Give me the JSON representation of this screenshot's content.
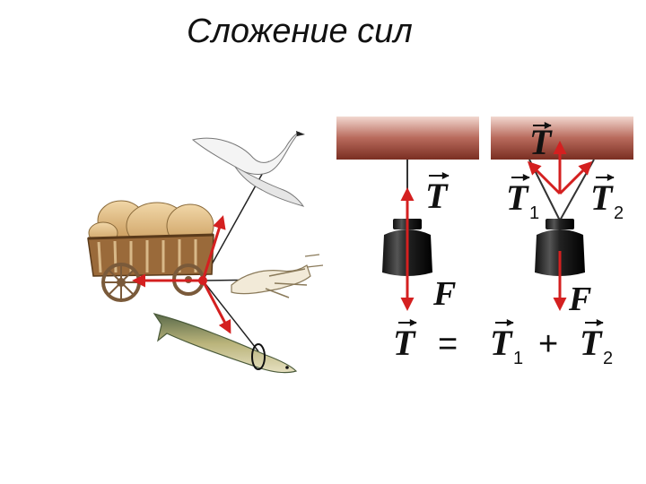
{
  "title": "Сложение сил",
  "colors": {
    "arrow": "#d42020",
    "ceiling_top": "#e8c9c0",
    "ceiling_bottom": "#8c3a2c",
    "weight": "#1a1a1a"
  },
  "labels": {
    "T": "T",
    "F": "F",
    "T1": "T",
    "T1_sub": "1",
    "T2": "T",
    "T2_sub": "2",
    "equals": "=",
    "plus": "+",
    "eq_T": "T",
    "eq_T1": "T",
    "eq_T1_sub": "1",
    "eq_T2": "T",
    "eq_T2_sub": "2",
    "right_F": "F",
    "right_T": "T"
  },
  "icons": [
    "swan-icon",
    "cart-icon",
    "crayfish-icon",
    "pike-icon",
    "weight-icon"
  ]
}
